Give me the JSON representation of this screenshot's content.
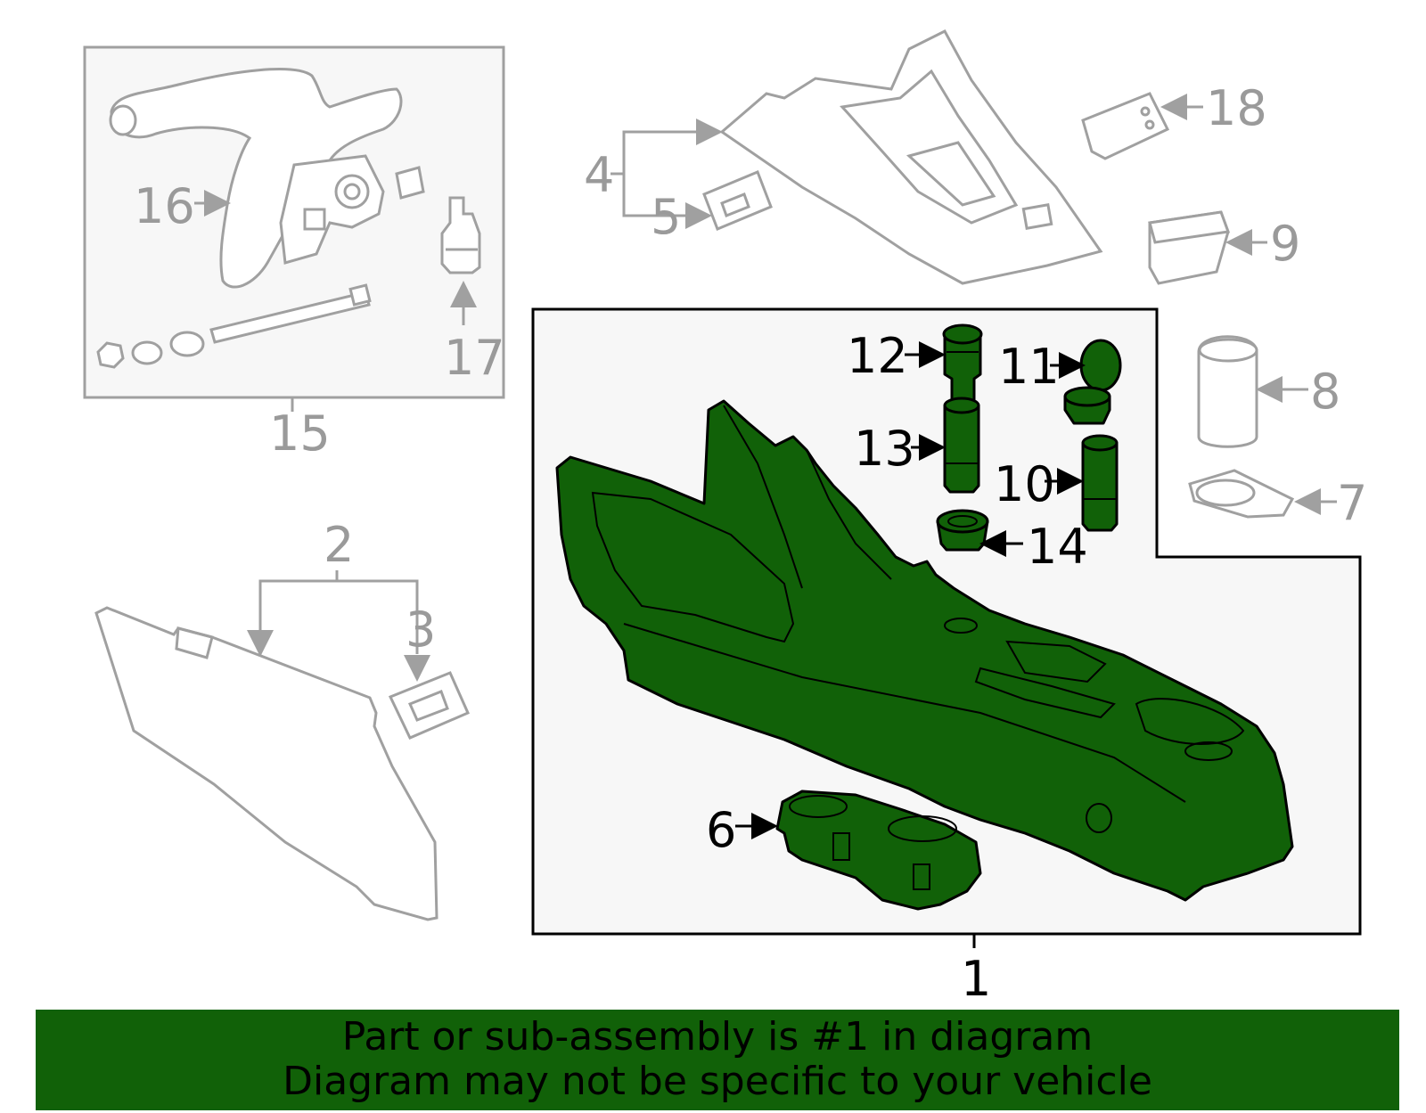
{
  "callouts": {
    "c1": "1",
    "c2": "2",
    "c3": "3",
    "c4": "4",
    "c5": "5",
    "c6": "6",
    "c7": "7",
    "c8": "8",
    "c9": "9",
    "c10": "10",
    "c11": "11",
    "c12": "12",
    "c13": "13",
    "c14": "14",
    "c15": "15",
    "c16": "16",
    "c17": "17",
    "c18": "18"
  },
  "highlighted_part": "1",
  "colors": {
    "highlight_green": "#116108",
    "outline_gray": "#a0a0a0",
    "banner_text": "#000000"
  },
  "banner": {
    "line1": "Part or sub-assembly is #1 in diagram",
    "line2": "Diagram may not be specific to your vehicle"
  }
}
